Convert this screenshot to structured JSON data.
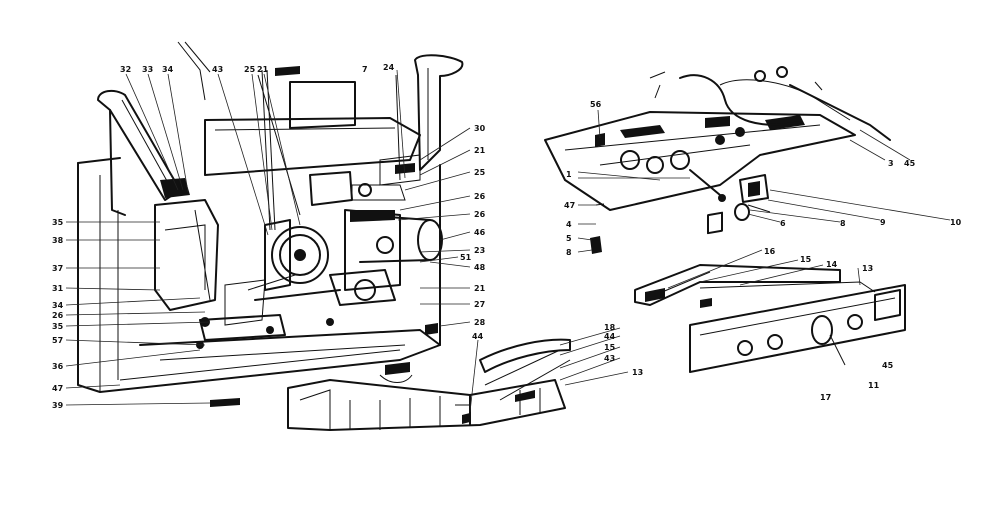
{
  "labels": {
    "left": [
      "32",
      "33",
      "34",
      "43",
      "25",
      "21",
      "7",
      "24",
      "30",
      "21",
      "25",
      "26",
      "26",
      "46",
      "23",
      "48",
      "21",
      "27",
      "28",
      "35",
      "38",
      "37",
      "31",
      "34",
      "26",
      "35",
      "57",
      "36",
      "47",
      "39",
      "51",
      "18",
      "44",
      "15",
      "43",
      "44",
      "13"
    ],
    "right": [
      "56",
      "1",
      "47",
      "4",
      "5",
      "8",
      "3",
      "45",
      "10",
      "9",
      "8",
      "6",
      "16",
      "15",
      "14",
      "13",
      "45",
      "11",
      "17"
    ]
  }
}
